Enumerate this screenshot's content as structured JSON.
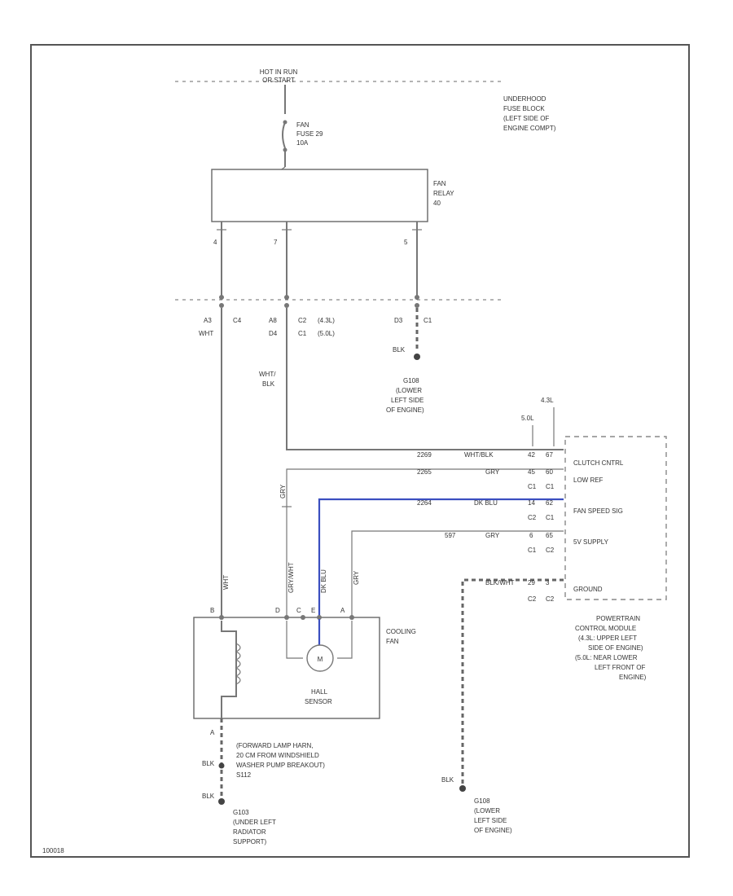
{
  "source": {
    "line1": "HOT IN RUN",
    "line2": "OR START"
  },
  "fuse_block": [
    "UNDERHOOD",
    "FUSE BLOCK",
    "(LEFT SIDE OF",
    "ENGINE COMPT)"
  ],
  "fuse": [
    "FAN",
    "FUSE 29",
    "10A"
  ],
  "relay": [
    "FAN",
    "RELAY",
    "40"
  ],
  "relay_pins": {
    "left": "4",
    "middle": "7",
    "right": "5"
  },
  "connector": {
    "left_pins": "A3",
    "left_conn": "C4",
    "left_color": "WHT",
    "mid_pins_top": "A8",
    "mid_conn_top": "C2",
    "mid_note_top": "(4.3L)",
    "mid_pins_bottom": "D4",
    "mid_conn_bottom": "C1",
    "mid_note_bottom": "(5.0L)",
    "right_pins": "D3",
    "right_conn": "C1",
    "right_color": "BLK"
  },
  "ground_engine_top": [
    "G108",
    "(LOWER",
    "LEFT SIDE",
    "OF ENGINE)"
  ],
  "wht_blk": [
    "WHT/",
    "BLK"
  ],
  "engine_notes": {
    "left": "5.0L",
    "right": "4.3L"
  },
  "pcm_rows": [
    {
      "circuit": "2269",
      "color": "WHT/BLK",
      "pin_a": "42",
      "pin_b": "67",
      "conn_a": "",
      "conn_b": "",
      "label": "CLUTCH CNTRL"
    },
    {
      "circuit": "2265",
      "color": "GRY",
      "pin_a": "45",
      "pin_b": "60",
      "conn_a": "C1",
      "conn_b": "C1",
      "label": "LOW REF"
    },
    {
      "circuit": "2264",
      "color": "DK BLU",
      "pin_a": "14",
      "pin_b": "62",
      "conn_a": "C2",
      "conn_b": "C1",
      "label": "FAN SPEED SIG"
    },
    {
      "circuit": "597",
      "color": "GRY",
      "pin_a": "6",
      "pin_b": "65",
      "conn_a": "C1",
      "conn_b": "C2",
      "label": "5V SUPPLY"
    },
    {
      "circuit": "",
      "color": "BLK/WHT",
      "pin_a": "29",
      "pin_b": "3",
      "conn_a": "C2",
      "conn_b": "C2",
      "label": "GROUND"
    }
  ],
  "pcm_name": [
    "POWERTRAIN",
    "CONTROL MODULE",
    "(4.3L: UPPER LEFT",
    "SIDE OF ENGINE)",
    "(5.0L: NEAR LOWER",
    "LEFT FRONT OF",
    "ENGINE)"
  ],
  "vertical_wires": {
    "wht": "WHT",
    "gry_top": "GRY",
    "grywht": "GRY/WHT",
    "dkblu": "DK BLU",
    "gry": "GRY"
  },
  "fan_pins": {
    "a": "B",
    "b": "D",
    "c": "C",
    "d": "E",
    "e": "A"
  },
  "cooling_fan": [
    "COOLING",
    "FAN"
  ],
  "hall_sensor": [
    "HALL",
    "SENSOR"
  ],
  "motor_symbol": "M",
  "fan_ground_pin": "A",
  "splice": [
    "(FORWARD LAMP HARN,",
    "20 CM FROM WINDSHIELD",
    "WASHER PUMP BREAKOUT)",
    "S112"
  ],
  "blk_labels": [
    "BLK",
    "BLK",
    "BLK"
  ],
  "ground_radiator": [
    "G103",
    "(UNDER LEFT",
    "RADIATOR",
    "SUPPORT)"
  ],
  "ground_engine_bottom": [
    "G108",
    "(LOWER",
    "LEFT SIDE",
    "OF ENGINE)"
  ],
  "figure_id": "100018",
  "colors": {
    "signal_wire": "#3b4fc0",
    "wire": "#777777",
    "frame": "#555555"
  }
}
